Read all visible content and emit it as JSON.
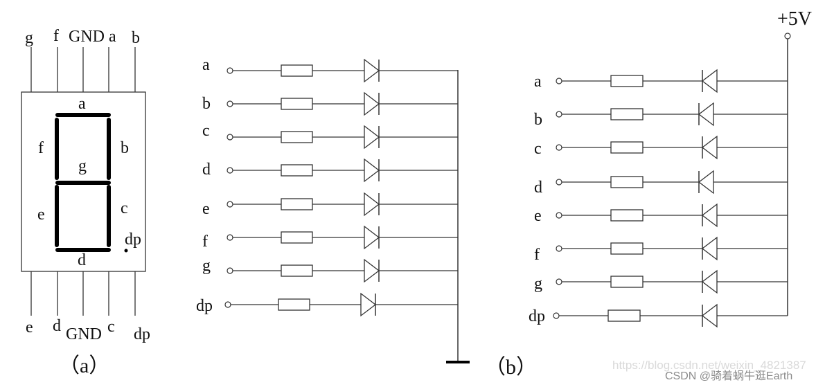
{
  "diagram_a": {
    "caption": "（a）",
    "top_pins": [
      "g",
      "f",
      "GND",
      "a",
      "b"
    ],
    "bottom_pins": [
      "e",
      "d",
      "GND",
      "c",
      "dp"
    ],
    "segments": {
      "a": "a",
      "b": "b",
      "c": "c",
      "d": "d",
      "e": "e",
      "f": "f",
      "g": "g",
      "dp": "dp"
    }
  },
  "diagram_b_common_cathode": {
    "rows": [
      "a",
      "b",
      "c",
      "d",
      "e",
      "f",
      "g",
      "dp"
    ],
    "diode_direction": "right",
    "common": "ground"
  },
  "diagram_b_common_anode": {
    "rows": [
      "a",
      "b",
      "c",
      "d",
      "e",
      "f",
      "g",
      "dp"
    ],
    "diode_direction": "left",
    "supply_label": "+5V"
  },
  "caption_b": "（b）",
  "watermark": {
    "url": "https://blog.csdn.net/weixin_4821387",
    "author": "CSDN @骑着蜗牛逛Earth"
  },
  "colors": {
    "line": "#333333",
    "segment": "#000000",
    "watermark_url": "#d9d9d9",
    "watermark_author": "#8a8a8a"
  }
}
